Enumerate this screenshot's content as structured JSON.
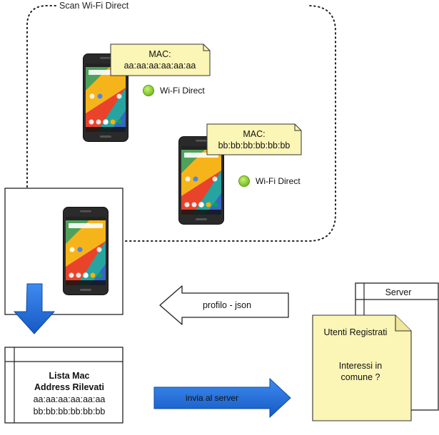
{
  "scan_label": "Scan Wi-Fi Direct",
  "device_a": {
    "note_title": "MAC:",
    "note_value": "aa:aa:aa:aa:aa:aa",
    "status_label": "Wi-Fi Direct"
  },
  "device_b": {
    "note_title": "MAC:",
    "note_value": "bb:bb:bb:bb:bb:bb",
    "status_label": "Wi-Fi Direct"
  },
  "profile_arrow_label": "profilo - json",
  "send_arrow_label": "invia al server",
  "mac_list": {
    "title_line1": "Lista Mac",
    "title_line2": "Address Rilevati",
    "entries": [
      "aa:aa:aa:aa:aa:aa",
      "bb:bb:bb:bb:bb:bb"
    ]
  },
  "server": {
    "title": "Server",
    "note_title": "Utenti Registrati",
    "note_line1": "Interessi in",
    "note_line2": "comune ?"
  },
  "colors": {
    "status_dot": "#8ed11c",
    "note_fill": "#fbf5b6",
    "blue_arrow": "#1f6fd6",
    "phone_body": "#2e2e2e"
  }
}
